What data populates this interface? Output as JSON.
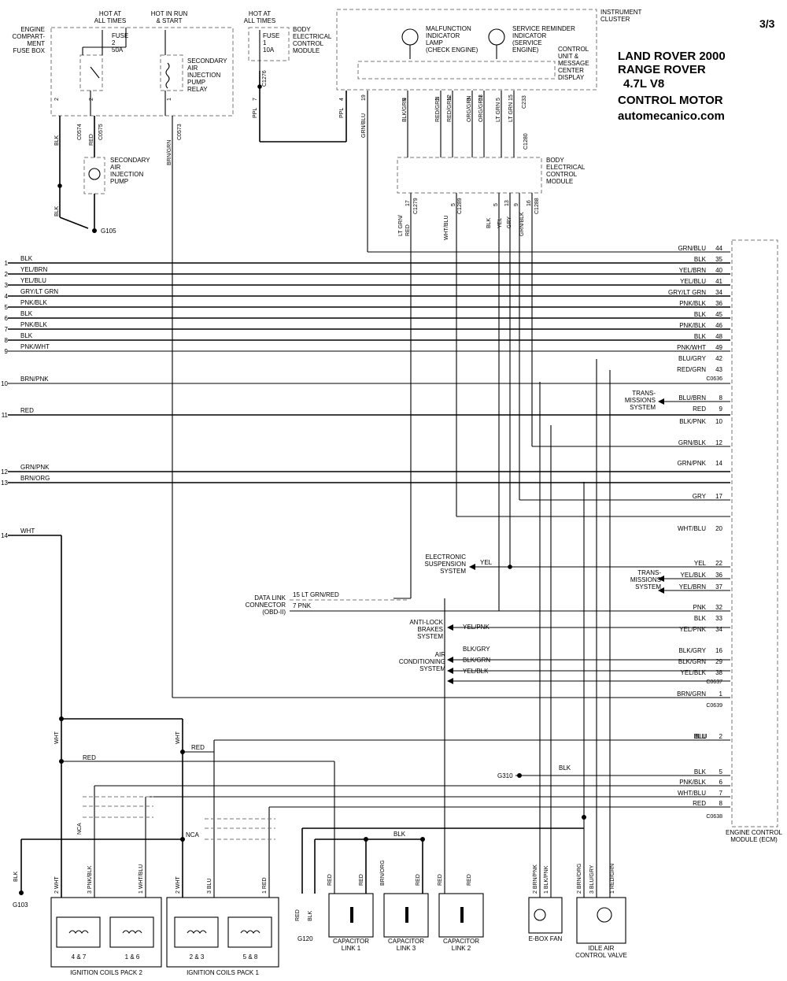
{
  "header": {
    "page": "3/3",
    "title_lines": [
      "LAND ROVER 2000",
      "RANGE ROVER",
      "4.7L V8",
      "CONTROL MOTOR",
      "automecanico.com"
    ]
  },
  "power": {
    "hot_at_all_times": "HOT AT\nALL TIMES",
    "hot_in_run": "HOT IN RUN\n& START",
    "hot_at_all_times_2": "HOT AT\nALL TIMES",
    "engine_fuse_box": "ENGINE\nCOMPART-\nMENT\nFUSE BOX",
    "fuse2": "FUSE\n2\n50A",
    "relay": "SECONDARY\nAIR\nINJECTION\nPUMP\nRELAY",
    "fuse1": "FUSE\n1\n10A",
    "bcm_top": "BODY\nELECTRICAL\nCONTROL\nMODULE",
    "pump": "SECONDARY\nAIR\nINJECTION\nPUMP",
    "g105": "G105",
    "ground_wire": "BLK"
  },
  "cluster": {
    "label": "INSTRUMENT\nCLUSTER",
    "mil": "MALFUNCTION\nINDICATOR\nLAMP\n(CHECK ENGINE)",
    "service": "SERVICE REMINDER\nINDICATOR\n(SERVICE\nENGINE)",
    "control_unit": "CONTROL\nUNIT &\nMESSAGE\nCENTER\nDISPLAY",
    "bcm_mid": "BODY\nELECTRICAL\nCONTROL\nMODULE"
  },
  "connectors": [
    "C0574",
    "C0575",
    "C0573",
    "C1276",
    "C233",
    "C1280",
    "C1279",
    "C1289",
    "C1288",
    "C0636",
    "C0637",
    "C0639",
    "C0638"
  ],
  "top_wires": [
    {
      "pin": "2",
      "color": "BLK"
    },
    {
      "pin": "2",
      "color": "RED"
    },
    {
      "pin": "1",
      "color": "BRN/GRN"
    },
    {
      "pin": "7",
      "color": "PPL"
    },
    {
      "pin": "4",
      "color": "PPL"
    },
    {
      "pin": "19",
      "color": "GRN/BLU"
    },
    {
      "pin": "8",
      "color": "BLK/GRN"
    },
    {
      "pin": "2",
      "color": "RED/GRN"
    },
    {
      "pin": "12",
      "color": "RED/GRN"
    },
    {
      "pin": "3",
      "color": "ORG/GRN"
    },
    {
      "pin": "13",
      "color": "ORG/GRN"
    },
    {
      "pin": "5",
      "color": "LT GRN"
    },
    {
      "pin": "15",
      "color": "LT GRN"
    }
  ],
  "bcm_lower_wires": [
    {
      "pin": "17",
      "color": "LT GRN/\nRED"
    },
    {
      "pin": "5",
      "color": "WHT/BLU"
    },
    {
      "pin": "5",
      "color": "BLK"
    },
    {
      "pin": "13",
      "color": "YEL"
    },
    {
      "pin": "9",
      "color": "GRY"
    },
    {
      "pin": "16",
      "color": "GRN/BLK"
    }
  ],
  "left_wires": [
    {
      "num": "1",
      "color": "BLK"
    },
    {
      "num": "2",
      "color": "YEL/BRN"
    },
    {
      "num": "3",
      "color": "YEL/BLU"
    },
    {
      "num": "4",
      "color": "GRY/LT GRN"
    },
    {
      "num": "5",
      "color": "PNK/BLK"
    },
    {
      "num": "6",
      "color": "BLK"
    },
    {
      "num": "7",
      "color": "PNK/BLK"
    },
    {
      "num": "8",
      "color": "BLK"
    },
    {
      "num": "9",
      "color": "PNK/WHT"
    },
    {
      "num": "10",
      "color": "BRN/PNK"
    },
    {
      "num": "11",
      "color": "RED"
    },
    {
      "num": "12",
      "color": "GRN/PNK"
    },
    {
      "num": "13",
      "color": "BRN/ORG"
    },
    {
      "num": "14",
      "color": "WHT"
    }
  ],
  "ecm_pins": [
    {
      "color": "GRN/BLU",
      "pin": "44"
    },
    {
      "color": "BLK",
      "pin": "35"
    },
    {
      "color": "YEL/BRN",
      "pin": "40"
    },
    {
      "color": "YEL/BLU",
      "pin": "41"
    },
    {
      "color": "GRY/LT GRN",
      "pin": "34"
    },
    {
      "color": "PNK/BLK",
      "pin": "36"
    },
    {
      "color": "BLK",
      "pin": "45"
    },
    {
      "color": "PNK/BLK",
      "pin": "46"
    },
    {
      "color": "BLK",
      "pin": "48"
    },
    {
      "color": "PNK/WHT",
      "pin": "49"
    },
    {
      "color": "BLU/GRY",
      "pin": "42"
    },
    {
      "color": "RED/GRN",
      "pin": "43"
    },
    {
      "color": "BLU/BRN",
      "pin": "8"
    },
    {
      "color": "RED",
      "pin": "9"
    },
    {
      "color": "BLK/PNK",
      "pin": "10"
    },
    {
      "color": "GRN/BLK",
      "pin": "12"
    },
    {
      "color": "GRN/PNK",
      "pin": "14"
    },
    {
      "color": "GRY",
      "pin": "17"
    },
    {
      "color": "WHT/BLU",
      "pin": "20"
    },
    {
      "color": "YEL",
      "pin": "22"
    },
    {
      "color": "YEL/BLK",
      "pin": "36"
    },
    {
      "color": "YEL/BRN",
      "pin": "37"
    },
    {
      "color": "PNK",
      "pin": "32"
    },
    {
      "color": "BLK",
      "pin": "33"
    },
    {
      "color": "YEL/PNK",
      "pin": "34"
    },
    {
      "color": "BLK/GRY",
      "pin": "16"
    },
    {
      "color": "BLK/GRN",
      "pin": "29"
    },
    {
      "color": "YEL/BLK",
      "pin": "38"
    },
    {
      "color": "BRN/GRN",
      "pin": "1"
    },
    {
      "color": "BLU",
      "pin": "2"
    },
    {
      "color": "BLK",
      "pin": "5"
    },
    {
      "color": "PNK/BLK",
      "pin": "6"
    },
    {
      "color": "WHT/BLU",
      "pin": "7"
    },
    {
      "color": "RED",
      "pin": "8"
    }
  ],
  "systems": {
    "trans1": "TRANS-\nMISSIONS\nSYSTEM",
    "ess": "ELECTRONIC\nSUSPENSION\nSYSTEM",
    "trans2": "TRANS-\nMISSIONS\nSYSTEM",
    "dlc": "DATA LINK\nCONNECTOR\n(OBD-II)",
    "dlc_w1": "15   LT GRN/RED",
    "dlc_w2": "7   PNK",
    "abs": "ANTI-LOCK\nBRAKES\nSYSTEM",
    "ac": "AIR\nCONDITIONING\nSYSTEM",
    "ess_wire": "YEL",
    "abs_wire": "YEL/PNK",
    "ac_w1": "BLK/GRY",
    "ac_w2": "BLK/GRN",
    "ac_w3": "YEL/BLK",
    "ecm": "ENGINE CONTROL\nMODULE (ECM)"
  },
  "bottom": {
    "wht": "WHT",
    "red": "RED",
    "blk": "BLK",
    "nca": "NCA",
    "blu": "BLU",
    "g310": "G310",
    "g103": "G103",
    "g120": "G120",
    "coils2": "IGNITION COILS PACK 2",
    "coils1": "IGNITION COILS PACK 1",
    "coil_47": "4 & 7",
    "coil_16": "1 & 6",
    "coil_23": "2 & 3",
    "coil_58": "5 & 8",
    "cap1": "CAPACITOR\nLINK 1",
    "cap3": "CAPACITOR\nLINK 3",
    "cap2": "CAPACITOR\nLINK 2",
    "ebox": "E-BOX FAN",
    "iac": "IDLE AIR\nCONTROL VALVE",
    "coil2_wires": [
      "2  WHT",
      "3  PNK/BLK",
      "1  WHT/BLU"
    ],
    "coil1_wires": [
      "2  WHT",
      "3  BLU",
      "1  RED"
    ],
    "cap_wires": [
      "RED",
      "RED",
      "BRN/ORG",
      "RED",
      "RED",
      "RED"
    ],
    "g120_wires": [
      "RED",
      "BLK"
    ],
    "ebox_wires": [
      "2  BRN/PNK",
      "1  BLK/PNK"
    ],
    "iac_wires": [
      "2  BRN/ORG",
      "3  BLU/GRY",
      "1  RED/GRN"
    ]
  }
}
